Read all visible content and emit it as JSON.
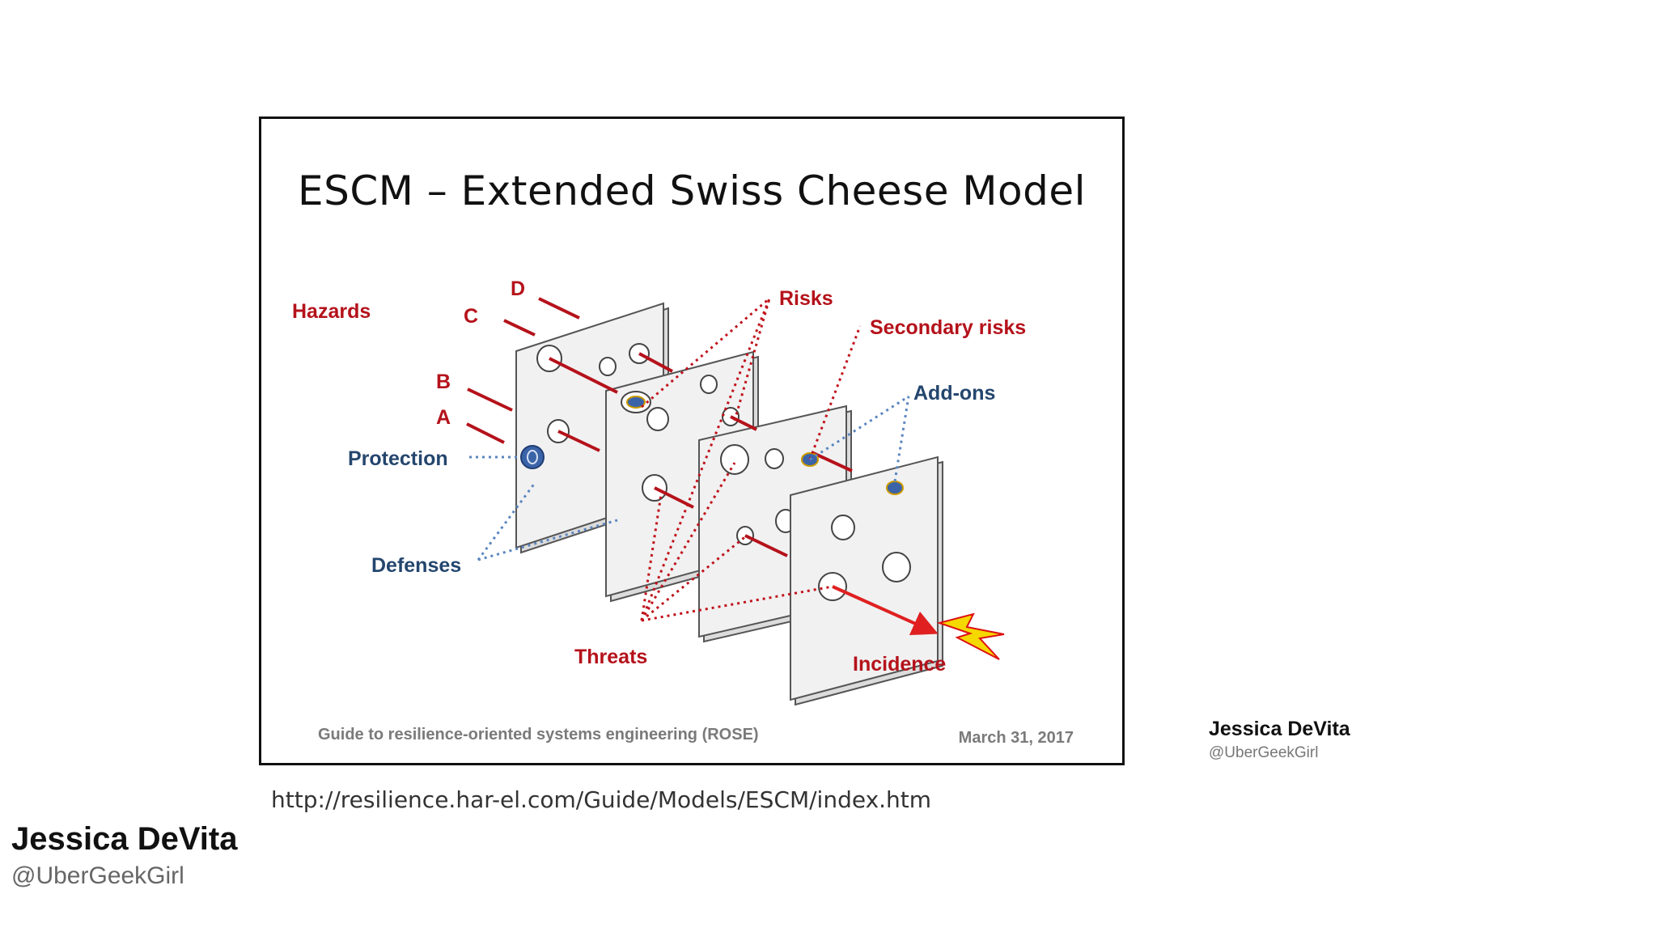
{
  "slide": {
    "title": "ESCM – Extended Swiss Cheese Model",
    "footer_source": "Guide to resilience-oriented systems engineering (ROSE)",
    "footer_date": "March 31, 2017"
  },
  "diagram": {
    "labels": {
      "hazards": "Hazards",
      "d": "D",
      "c": "C",
      "b": "B",
      "a": "A",
      "risks": "Risks",
      "secondary_risks": "Secondary risks",
      "add_ons": "Add-ons",
      "protection": "Protection",
      "defenses": "Defenses",
      "threats": "Threats",
      "incidence": "Incidence"
    },
    "colors": {
      "red": "#b5121b",
      "blue": "#24466e",
      "dotted_red": "#c0121b",
      "dotted_blue": "#5b86c0",
      "slice": "#f1f1f1",
      "bolt": "#f5d800"
    }
  },
  "source_url": "http://resilience.har-el.com/Guide/Models/ESCM/index.htm",
  "author": {
    "name": "Jessica DeVita",
    "handle": "@UberGeekGirl"
  }
}
